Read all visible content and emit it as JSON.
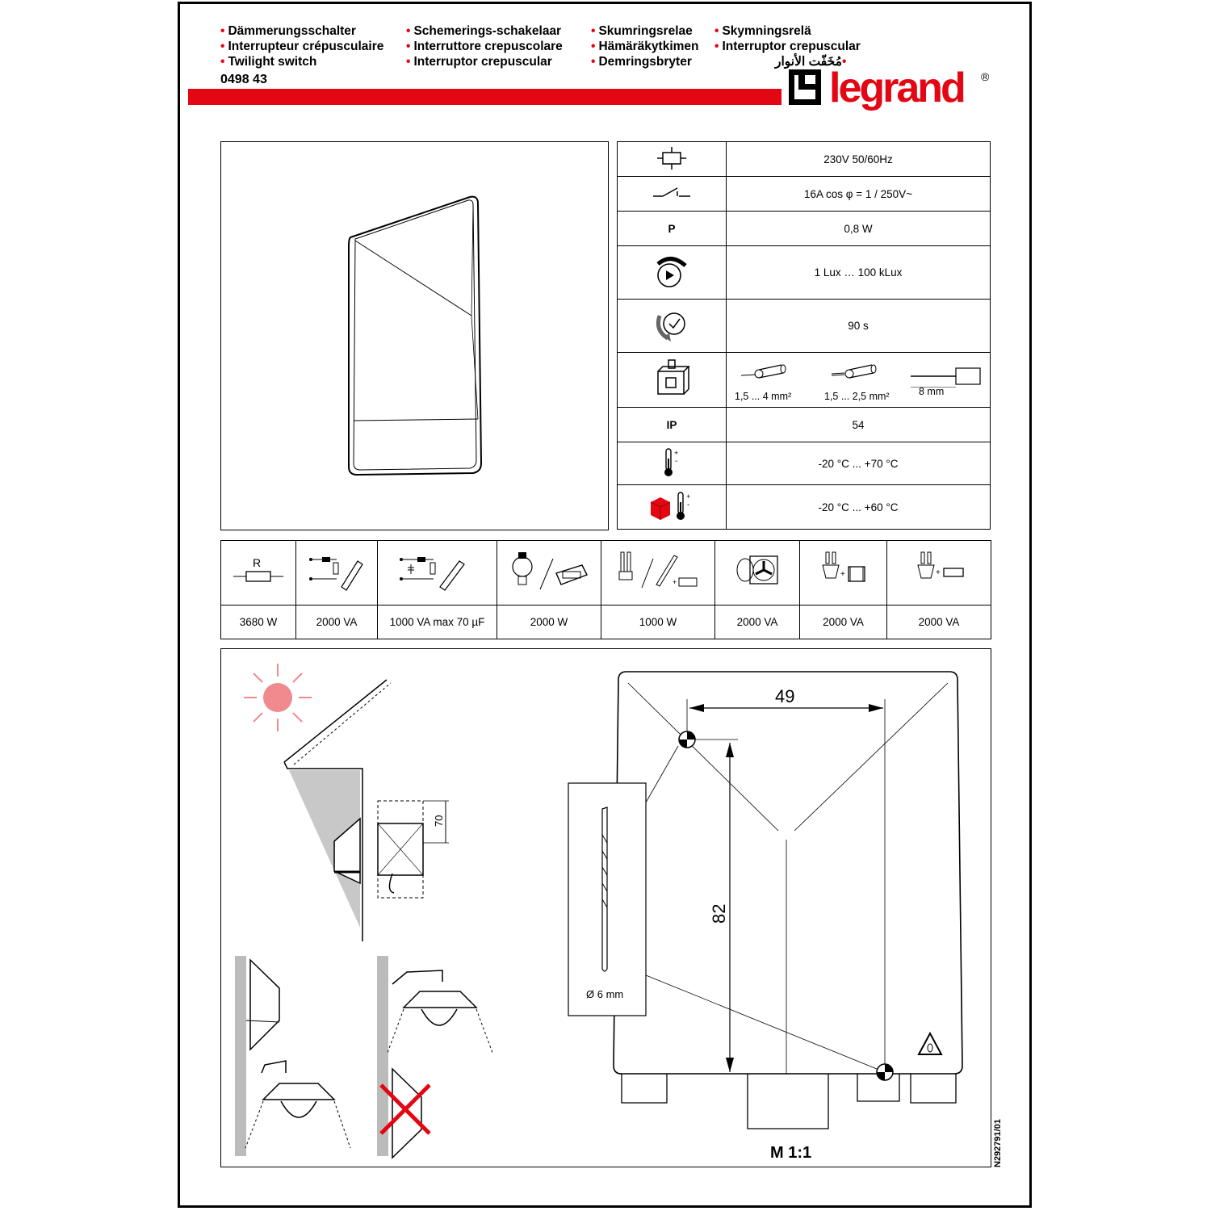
{
  "header": {
    "col1": [
      "Dämmerungsschalter",
      "Interrupteur crépusculaire",
      "Twilight switch"
    ],
    "col2": [
      "Schemerings-schakelaar",
      "Interruttore crepuscolare",
      "Interruptor crepuscular"
    ],
    "col3": [
      "Skumringsrelae",
      "Hämäräkytkimen",
      "Demringsbryter"
    ],
    "col4": [
      "Skymningsrelä",
      "Interruptor crepuscular",
      "مُخَفّت الأنوار"
    ],
    "part_number": "0498 43",
    "brand": "legrand",
    "brand_mark": "®"
  },
  "specs": {
    "voltage": "230V 50/60Hz",
    "switching": "16A cos φ = 1 / 250V~",
    "power_symbol": "P",
    "power": "0,8 W",
    "lux_range": "1 Lux … 100 kLux",
    "delay": "90 s",
    "terminal_rigid": "1,5 ... 4 mm²",
    "terminal_flexible": "1,5 ... 2,5 mm²",
    "strip_length": "8 mm",
    "ip_symbol": "IP",
    "ip_rating": "54",
    "operating_temp": "-20 °C ... +70 °C",
    "storage_temp": "-20 °C ... +60 °C"
  },
  "loads": {
    "resistor_label": "R",
    "values": [
      "3680 W",
      "2000 VA",
      "1000 VA max 70 µF",
      "2000 W",
      "1000 W",
      "2000 VA",
      "2000 VA",
      "2000 VA"
    ]
  },
  "install": {
    "height_label": "70",
    "dim_width": "49",
    "dim_height": "82",
    "drill": "Ø 6 mm",
    "scale": "M 1:1",
    "doc_code": "N292791/01"
  },
  "colors": {
    "accent": "#e30613",
    "sun": "#f08a8f"
  }
}
